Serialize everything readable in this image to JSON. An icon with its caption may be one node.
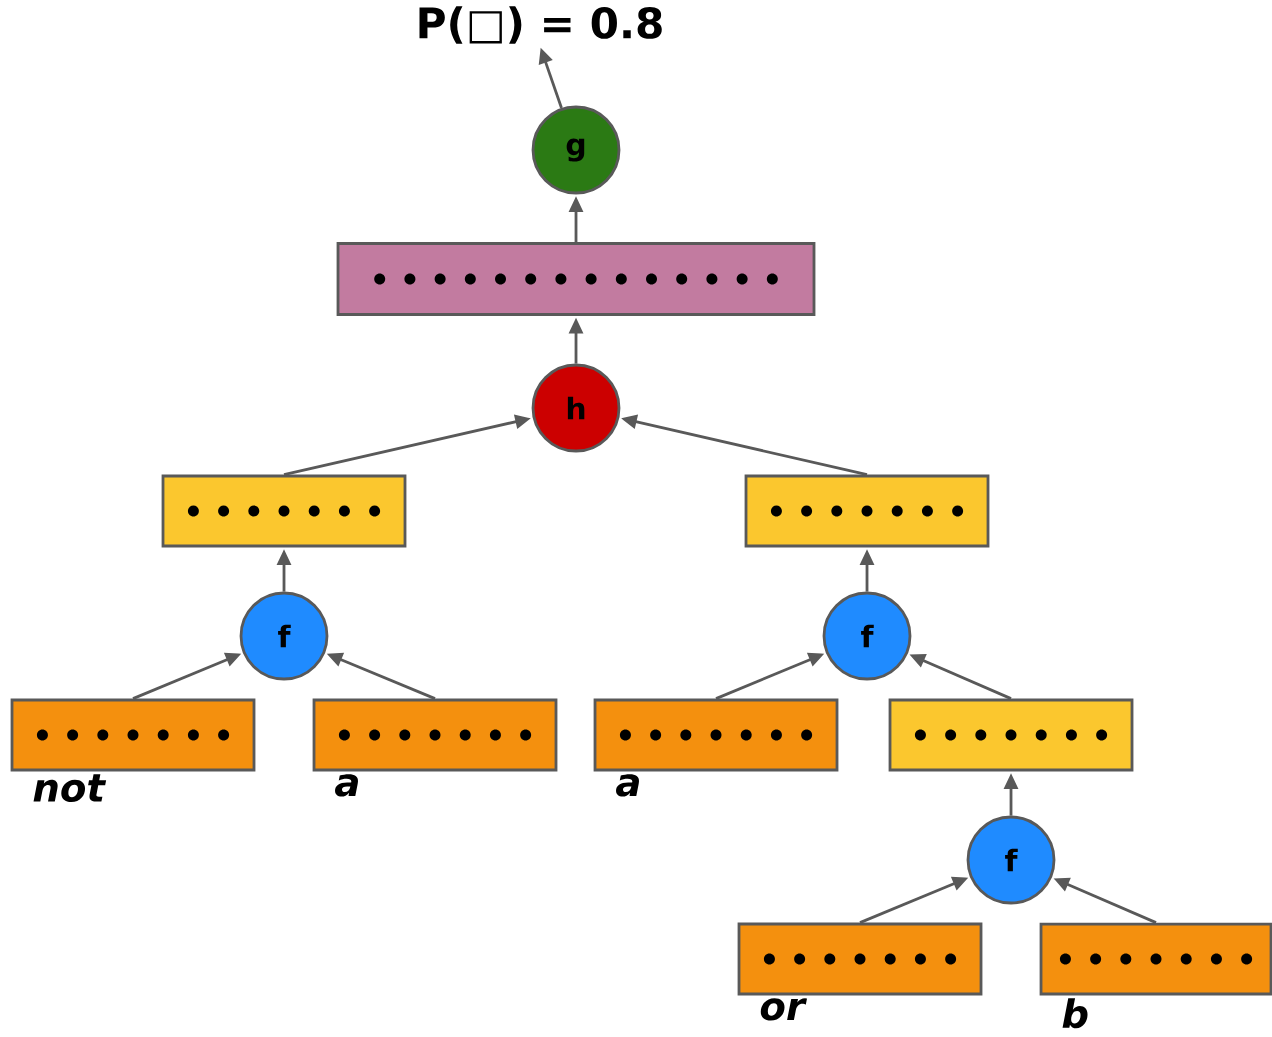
{
  "diagram": {
    "nodes": [
      {
        "text": [
          "P(□) = 0.8"
        ]
      },
      {
        "text": [
          "g"
        ]
      },
      {
        "text": [],
        "shape": "bar"
      },
      {
        "text": [
          "h"
        ]
      },
      {
        "text": [],
        "shape": "bar"
      },
      {
        "text": [],
        "shape": "bar"
      },
      {
        "text": [
          "f"
        ]
      },
      {
        "text": [
          "f"
        ]
      },
      {
        "text": [],
        "shape": "bar",
        "beside": [
          "not"
        ]
      },
      {
        "text": [],
        "shape": "bar",
        "beside": [
          "a"
        ]
      },
      {
        "text": [],
        "shape": "bar",
        "beside": [
          "a"
        ]
      },
      {
        "text": [],
        "shape": "bar"
      },
      {
        "text": [
          "f"
        ]
      },
      {
        "text": [],
        "shape": "bar",
        "beside": [
          "or"
        ]
      },
      {
        "text": [],
        "shape": "bar",
        "beside": [
          "b"
        ]
      }
    ],
    "edges": [
      {
        "from": 1,
        "to": 0,
        "arrow": "to"
      },
      {
        "from": 2,
        "to": 1,
        "arrow": "to"
      },
      {
        "from": 3,
        "to": 2,
        "arrow": "to"
      },
      {
        "from": 4,
        "to": 3,
        "arrow": "to"
      },
      {
        "from": 5,
        "to": 3,
        "arrow": "to"
      },
      {
        "from": 6,
        "to": 4,
        "arrow": "to"
      },
      {
        "from": 7,
        "to": 5,
        "arrow": "to"
      },
      {
        "from": 8,
        "to": 6,
        "arrow": "to"
      },
      {
        "from": 9,
        "to": 6,
        "arrow": "to"
      },
      {
        "from": 10,
        "to": 7,
        "arrow": "to"
      },
      {
        "from": 11,
        "to": 7,
        "arrow": "to"
      },
      {
        "from": 12,
        "to": 11,
        "arrow": "to"
      },
      {
        "from": 13,
        "to": 12,
        "arrow": "to"
      },
      {
        "from": 14,
        "to": 12,
        "arrow": "to"
      }
    ]
  }
}
